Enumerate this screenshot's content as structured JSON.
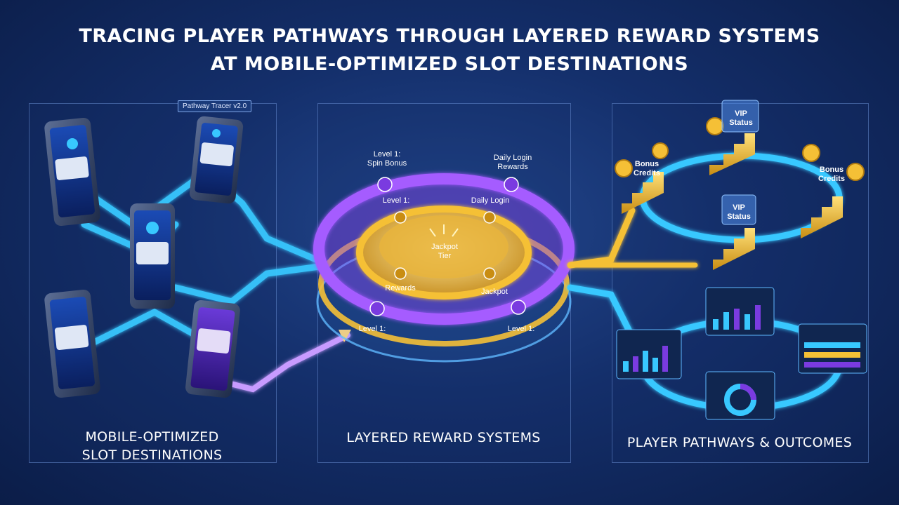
{
  "title": {
    "line1": "TRACING PLAYER PATHWAYS THROUGH LAYERED REWARD SYSTEMS",
    "line2": "AT MOBILE-OPTIMIZED SLOT DESTINATIONS"
  },
  "panels": {
    "left": {
      "label_line1": "MOBILE-OPTIMIZED",
      "label_line2": "SLOT DESTINATIONS",
      "badge": "Pathway Tracer v2.0"
    },
    "center": {
      "label": "LAYERED REWARD SYSTEMS"
    },
    "right": {
      "label": "PLAYER PATHWAYS & OUTCOMES"
    }
  },
  "ring_labels": {
    "outer_tl": {
      "line1": "Level 1:",
      "line2": "Spin Bonus"
    },
    "outer_tr": {
      "line1": "Daily Login",
      "line2": "Rewards"
    },
    "outer_bl": "Level 1:",
    "outer_br": "Level 1:",
    "inner_tl": "Level 1:",
    "inner_tr": "Daily Login",
    "inner_bl": "Rewards",
    "inner_br": "Jackpot",
    "center": {
      "line1": "Jackpot",
      "line2": "Tier"
    }
  },
  "outcomes": {
    "vip_top": {
      "line1": "VIP",
      "line2": "Status"
    },
    "vip_mid": {
      "line1": "VIP",
      "line2": "Status"
    },
    "bonus_left": {
      "line1": "Bonus",
      "line2": "Credits"
    },
    "bonus_right": {
      "line1": "Bonus",
      "line2": "Credits"
    }
  },
  "colors": {
    "accent_blue": "#38c8ff",
    "accent_purple": "#a55bff",
    "accent_gold": "#f5c036",
    "background": "#142f6b"
  }
}
